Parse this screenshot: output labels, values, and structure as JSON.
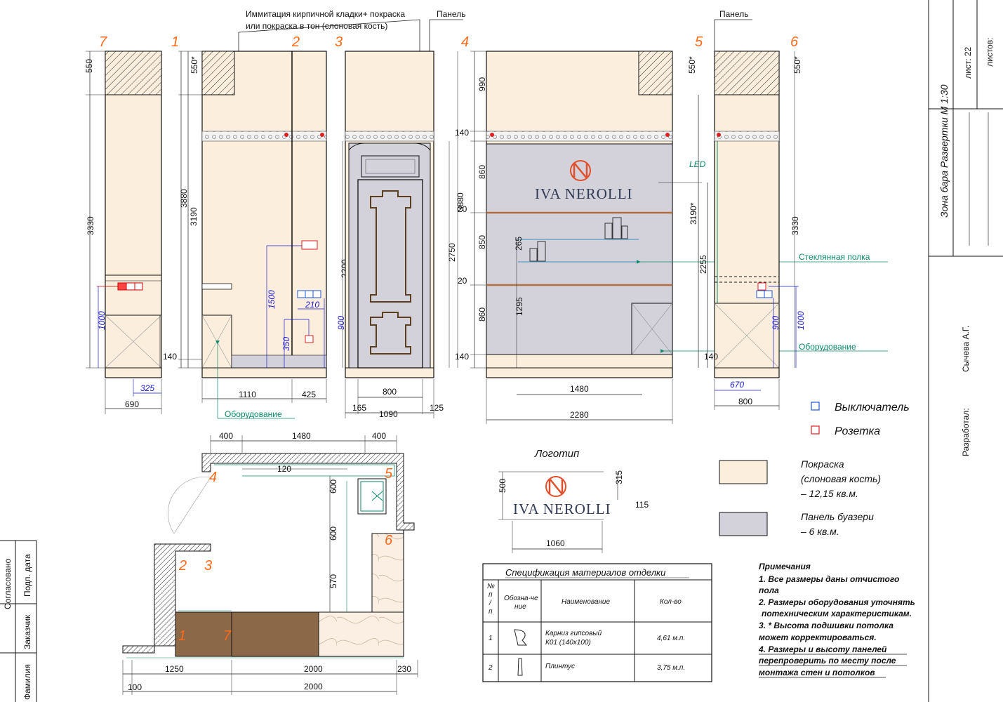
{
  "header": {
    "callout_brick": "Иммитация кирпичной кладки+ покраска",
    "callout_brick_2": "или покраска в тон (слоновая кость)",
    "callout_panel_a": "Панель",
    "callout_panel_b": "Панель",
    "led": "LED",
    "glass_shelf": "Стеклянная полка",
    "equipment_right": "Оборудование",
    "equipment_left": "Оборудование"
  },
  "axes": [
    "7",
    "1",
    "2",
    "3",
    "4",
    "5",
    "6"
  ],
  "dims": {
    "e1_top": "550",
    "e1_h": "3330",
    "e1_w": "690",
    "e1_b": "325",
    "e1_1000": "1000",
    "e2_550": "550*",
    "e2_3880": "3880",
    "e2_3190": "3190",
    "e2_140": "140",
    "e2_1110": "1110",
    "e2_425": "425",
    "e2_1500": "1500",
    "e2_210": "210",
    "e2_350": "350",
    "e2_900": "900",
    "e2_2200": "2200",
    "e3_800": "800",
    "e3_165": "165",
    "e3_1090": "1090",
    "e3_125": "125",
    "e3_2750": "2750",
    "e3_3880": "3880",
    "e4_990": "990",
    "e4_140a": "140",
    "e4_860a": "860",
    "e4_20a": "20",
    "e4_850": "850",
    "e4_20b": "20",
    "e4_860b": "860",
    "e4_140b": "140",
    "e4_265": "265",
    "e4_1295": "1295",
    "e4_1480": "1480",
    "e4_2280": "2280",
    "e4_550": "550*",
    "e4_3190": "3190*",
    "e4_2255": "2255",
    "e5_550": "550*",
    "e5_3330": "3330",
    "e5_140": "140",
    "e5_900": "900",
    "e5_1000": "1000",
    "e5_670": "670",
    "e5_800": "800",
    "p_400a": "400",
    "p_1480": "1480",
    "p_400b": "400",
    "p_120": "120",
    "p_600a": "600",
    "p_600b": "600",
    "p_570": "570",
    "p_1250": "1250",
    "p_2000a": "2000",
    "p_230": "230",
    "p_2000b": "2000",
    "p_100": "100",
    "logo_500": "500",
    "logo_315": "315",
    "logo_115": "115",
    "logo_1060": "1060"
  },
  "logo": {
    "title": "Логотип",
    "brand": "IVA NEROLLI"
  },
  "legend": {
    "switch": "Выключатель",
    "socket": "Розетка",
    "paint_1": "Покраска",
    "paint_2": "(слоновая кость)",
    "paint_3": "– 12,15 кв.м.",
    "panel_1": "Панель буазери",
    "panel_2": "– 6 кв.м."
  },
  "colors": {
    "switch": "#1e56d8",
    "socket": "#e02020",
    "paint": "#fbeedd",
    "panel": "#d3d1d9",
    "axis": "#ff6a1a",
    "green": "#0a8a6a"
  },
  "spec": {
    "title": "Спецификация материалов отделки",
    "headers": [
      "№ п / п",
      "Обозна-че ние",
      "Наименование",
      "Кол-во"
    ],
    "h_no": [
      "№",
      "п",
      "/",
      "п"
    ],
    "h_code": [
      "Обозна-че",
      "ние"
    ],
    "rows": [
      {
        "n": "1",
        "name_1": "Карниз гипсовый",
        "name_2": "К01 (140х100)",
        "qty": "4,61 м.п."
      },
      {
        "n": "2",
        "name_1": "Плинтус",
        "name_2": "",
        "qty": "3,75 м.п."
      }
    ]
  },
  "notes": {
    "title": "Примечания",
    "lines": [
      "1. Все размеры даны отчистого",
      "пола",
      "2. Размеры оборудования уточнять",
      "потехническим характеристикам.",
      "3. * Высота подшивки потолка",
      "может корректироваться.",
      "4. Размеры и высоту панелей",
      "перепроверить по месту после",
      "монтажа стен и потолков"
    ]
  },
  "title_block": {
    "sheet": "лист: 22",
    "sheets": "листов:",
    "title": "Зона бара  Развертки М 1:30",
    "author": "Сычева А.Г.",
    "developed": "Разработал:",
    "approved": "Согласовано",
    "sign_date": "Подп.  дата",
    "customer": "Заказчик",
    "surname": "Фамилия"
  }
}
